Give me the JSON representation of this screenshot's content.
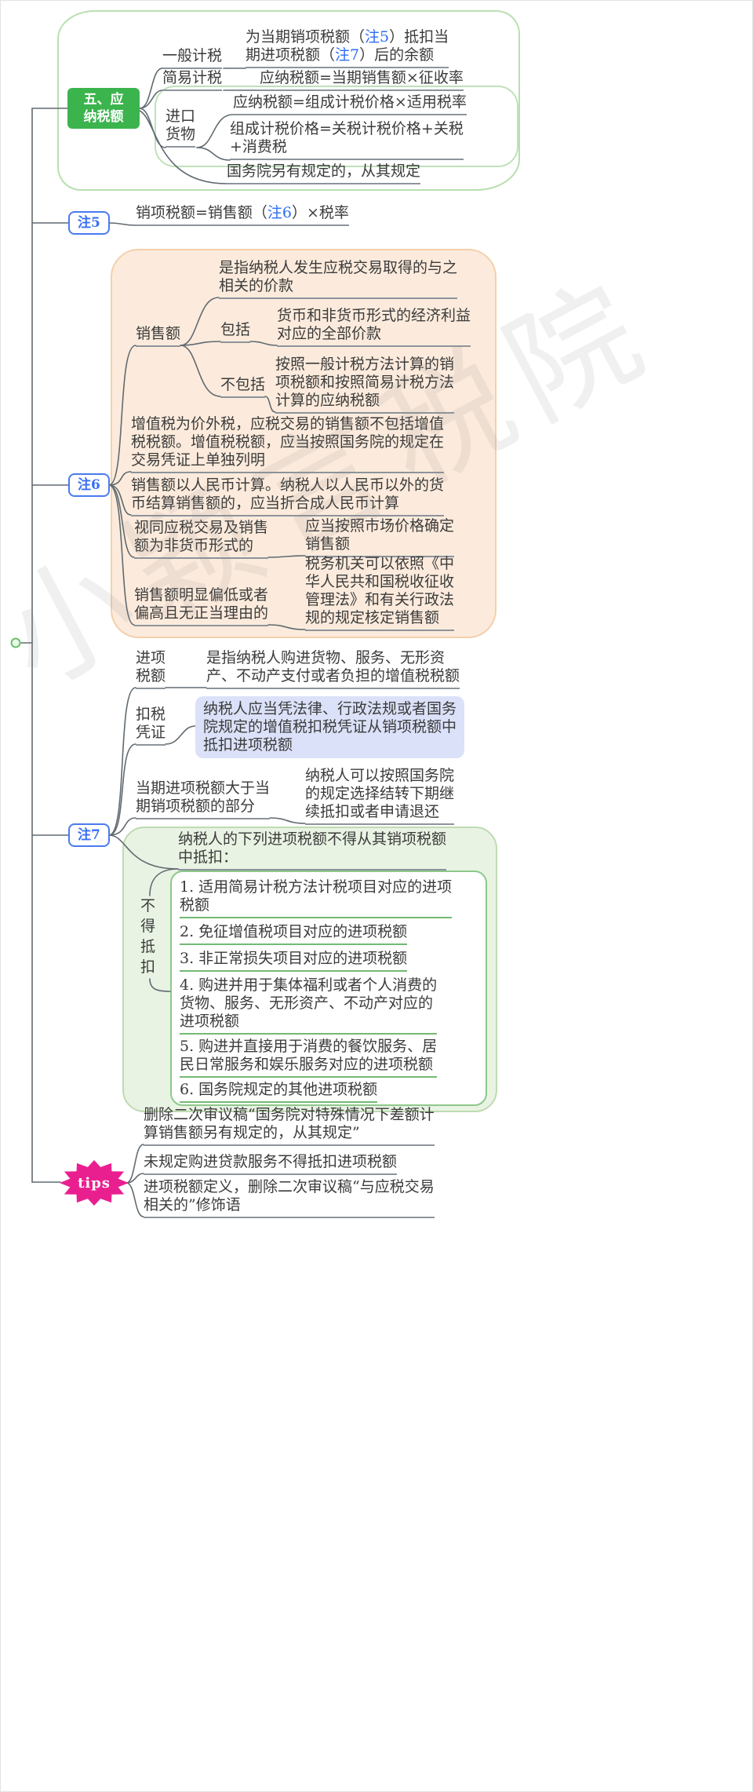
{
  "colors": {
    "main_node_green": "#3cb44e",
    "note_badge_blue": "#3a6ef5",
    "tips_pink": "#ea1f8f",
    "peach_panel": "#fcebdc",
    "green_panel": "#e9f3e3",
    "voucher_panel": "#dbe1f8"
  },
  "watermark": "小颖言税院",
  "sec5": {
    "title": "五、应\n纳税额",
    "general_label": "一般计税",
    "general": {
      "p1": "为当期销项税额（",
      "r1": "注5",
      "p2": "）抵扣当\n期进项税额（",
      "r2": "注7",
      "p3": "）后的余额"
    },
    "simple_label": "简易计税",
    "simple_text": "应纳税额=当期销售额×征收率",
    "import_label": "进口\n货物",
    "import_formula1": "应纳税额=组成计税价格×适用税率",
    "import_formula2": "组成计税价格=关税计税价格+关税\n+消费税",
    "other_rule": "国务院另有规定的，从其规定"
  },
  "note5": {
    "badge": "注5",
    "formula": {
      "p1": "销项税额=销售额（",
      "r1": "注6",
      "p2": "）×税率"
    }
  },
  "note6": {
    "badge": "注6",
    "sales_label": "销售额",
    "sales_def": "是指纳税人发生应税交易取得的与之\n相关的价款",
    "include_label": "包括",
    "include_text": "货币和非货币形式的经济利益\n对应的全部价款",
    "exclude_label": "不包括",
    "exclude_text": "按照一般计税方法计算的销\n项税额和按照简易计税方法\n计算的应纳税额",
    "price_excl_tax": "增值税为价外税，应税交易的销售额不包括增值\n税税额。增值税税额，应当按照国务院的规定在\n交易凭证上单独列明",
    "rmb_rule": "销售额以人民币计算。纳税人以人民币以外的货\n币结算销售额的，应当折合成人民币计算",
    "deemed_label": "视同应税交易及销售\n额为非货币形式的",
    "deemed_text": "应当按照市场价格确定\n销售额",
    "abnormal_label": "销售额明显偏低或者\n偏高且无正当理由的",
    "abnormal_text": "税务机关可以依照《中\n华人民共和国税收征收\n管理法》和有关行政法\n规的规定核定销售额"
  },
  "note7": {
    "badge": "注7",
    "input_label": "进项\n税额",
    "input_def": "是指纳税人购进货物、服务、无形资\n产、不动产支付或者负担的增值税税额",
    "voucher_label": "扣税\n凭证",
    "voucher_text": "纳税人应当凭法律、行政法规或者国务\n院规定的增值税扣税凭证从销项税额中\n抵扣进项税额",
    "excess_label": "当期进项税额大于当\n期销项税额的部分",
    "excess_text": "纳税人可以按照国务院\n的规定选择结转下期继\n续抵扣或者申请退还",
    "nodeduct_header": "纳税人的下列进项税额不得从其销项税额\n中抵扣：",
    "nodeduct_label": "不\n得\n抵\n扣",
    "items": [
      "1. 适用简易计税方法计税项目对应的进项\n税额",
      "2. 免征增值税项目对应的进项税额",
      "3. 非正常损失项目对应的进项税额",
      "4. 购进并用于集体福利或者个人消费的\n货物、服务、无形资产、不动产对应的\n进项税额",
      "5. 购进并直接用于消费的餐饮服务、居\n民日常服务和娱乐服务对应的进项税额",
      "6. 国务院规定的其他进项税额"
    ]
  },
  "tips": {
    "badge": "tips",
    "t1": "删除二次审议稿“国务院对特殊情况下差额计\n算销售额另有规定的，从其规定”",
    "t2": "未规定购进贷款服务不得抵扣进项税额",
    "t3": "进项税额定义，删除二次审议稿“与应税交易\n相关的”修饰语"
  }
}
